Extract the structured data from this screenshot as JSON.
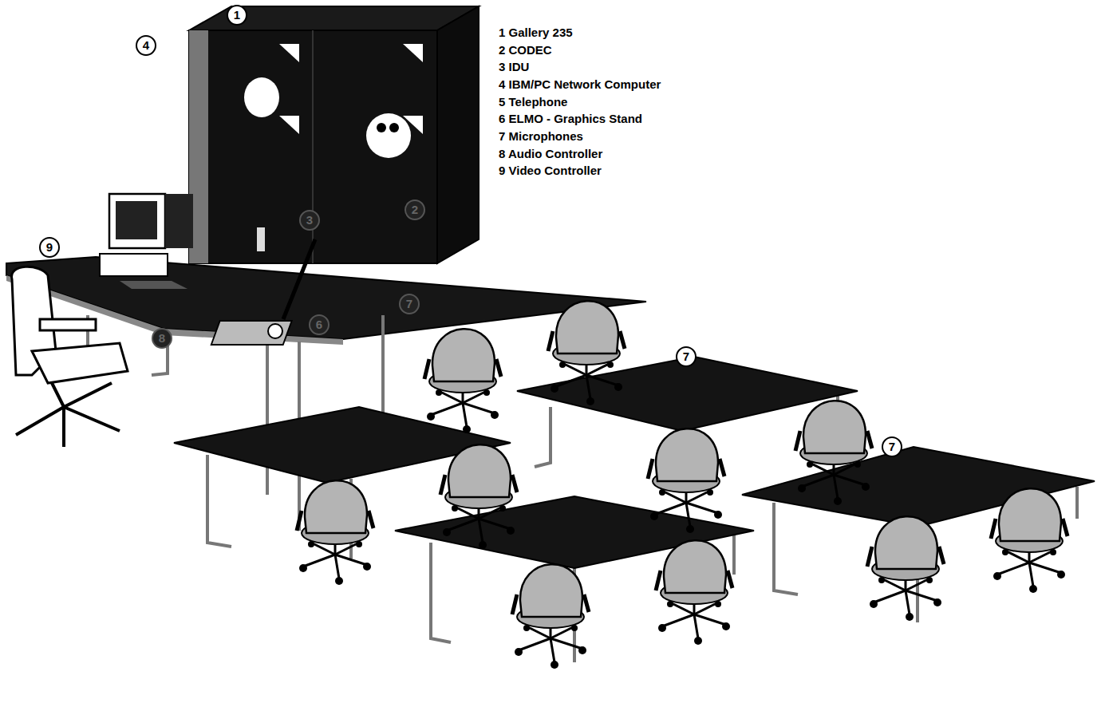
{
  "diagram": {
    "labels": [
      "1 Gallery 235",
      "2 CODEC",
      "3 IDU",
      "4 IBM/PC Network Computer",
      "5 Telephone",
      "6 ELMO - Graphics Stand",
      "7 Microphones",
      "8 Audio Controller",
      "9 Video Controller",
      "1",
      "4",
      "9",
      "3",
      "2",
      "8",
      "6",
      "7",
      "7",
      "7"
    ]
  }
}
